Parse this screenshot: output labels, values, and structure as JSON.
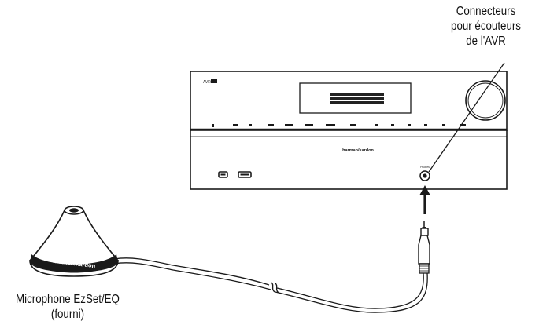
{
  "labels": {
    "headphone_connector": {
      "line1": "Connecteurs",
      "line2": "pour écouteurs",
      "line3": "de l'AVR"
    },
    "microphone": {
      "line1": "Microphone EzSet/EQ",
      "line2": "(fourni)"
    }
  },
  "device": {
    "model_badge": "AVR",
    "brand": "harman/kardon",
    "front_jack_label": "Phones"
  },
  "microphone_device": {
    "brand_ring": "harman/kardon"
  },
  "colors": {
    "line": "#1a1a1a",
    "panel": "#ffffff",
    "display": "#222222"
  }
}
